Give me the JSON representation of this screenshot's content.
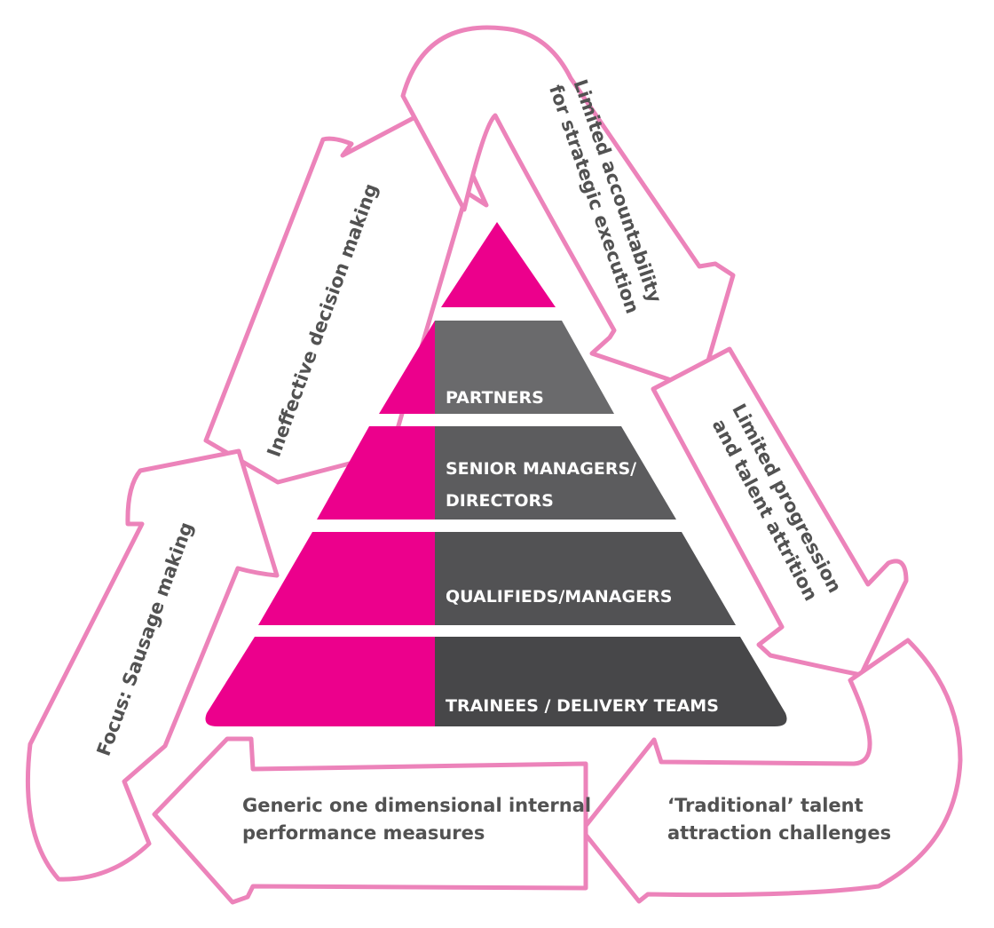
{
  "colors": {
    "accent_magenta": "#ec008c",
    "arrow_outline": "#ec83ba",
    "tier_grey_top": "#6a6a6c",
    "tier_grey_mid": "#5c5c5e",
    "tier_grey_bottom": "#474749",
    "label_grey": "#525252"
  },
  "pyramid": {
    "tiers": [
      {
        "label": ""
      },
      {
        "label": "PARTNERS"
      },
      {
        "label_line1": "SENIOR MANAGERS/",
        "label_line2": "DIRECTORS"
      },
      {
        "label": "QUALIFIEDS/MANAGERS"
      },
      {
        "label": "TRAINEES / DELIVERY TEAMS"
      }
    ]
  },
  "cycle": {
    "ineffective": "Ineffective decision making",
    "accountability_line1": "Limited accountability",
    "accountability_line2": "for strategic execution",
    "progression_line1": "Limited  progression",
    "progression_line2": "and talent attrition",
    "traditional_line1": "‘Traditional’ talent",
    "traditional_line2": "attraction challenges",
    "generic_line1": "Generic one dimensional internal",
    "generic_line2": "performance measures",
    "focus": "Focus: Sausage making"
  }
}
